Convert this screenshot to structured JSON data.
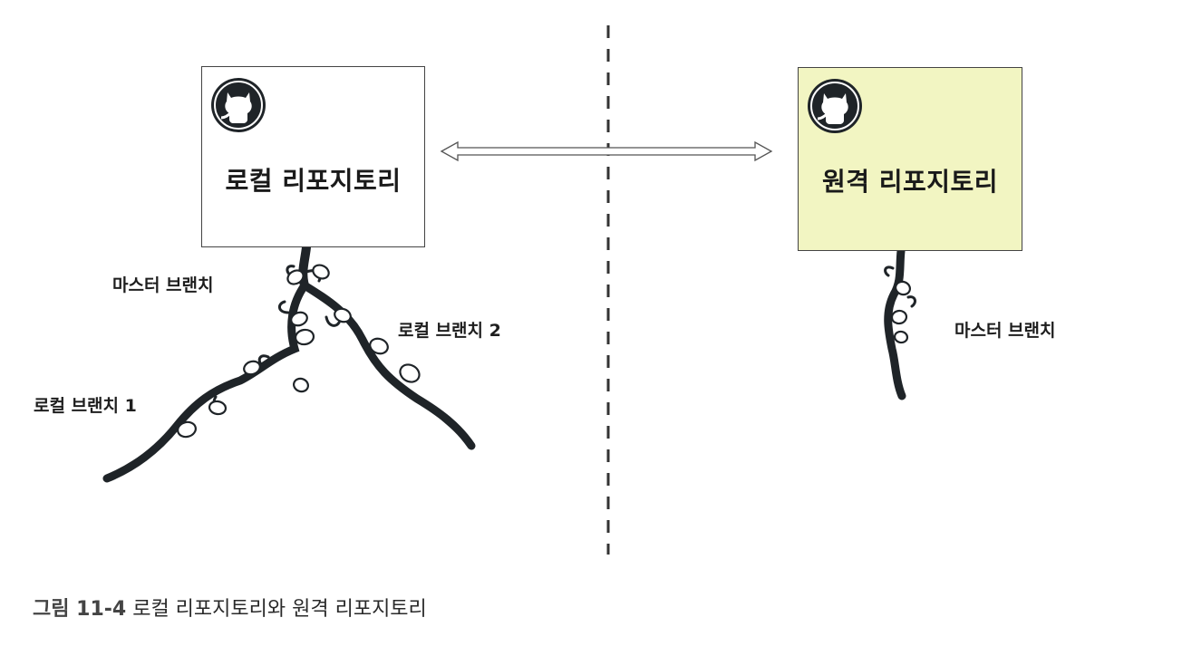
{
  "local_repo": {
    "title": "로컬 리포지토리"
  },
  "remote_repo": {
    "title": "원격 리포지토리"
  },
  "branches": {
    "local_master": "마스터 브랜치",
    "local_branch_1": "로컬 브랜치 1",
    "local_branch_2": "로컬 브랜치 2",
    "remote_master": "마스터 브랜치"
  },
  "caption": {
    "figure_number": "그림 11-4",
    "text": "로컬 리포지토리와 원격 리포지토리"
  },
  "colors": {
    "remote_fill": "#f2f5c2",
    "vine": "#1f2428",
    "leaf_outline": "#1f2428"
  },
  "icons": [
    "github-octocat-icon",
    "double-headed-arrow",
    "dashed-divider"
  ]
}
